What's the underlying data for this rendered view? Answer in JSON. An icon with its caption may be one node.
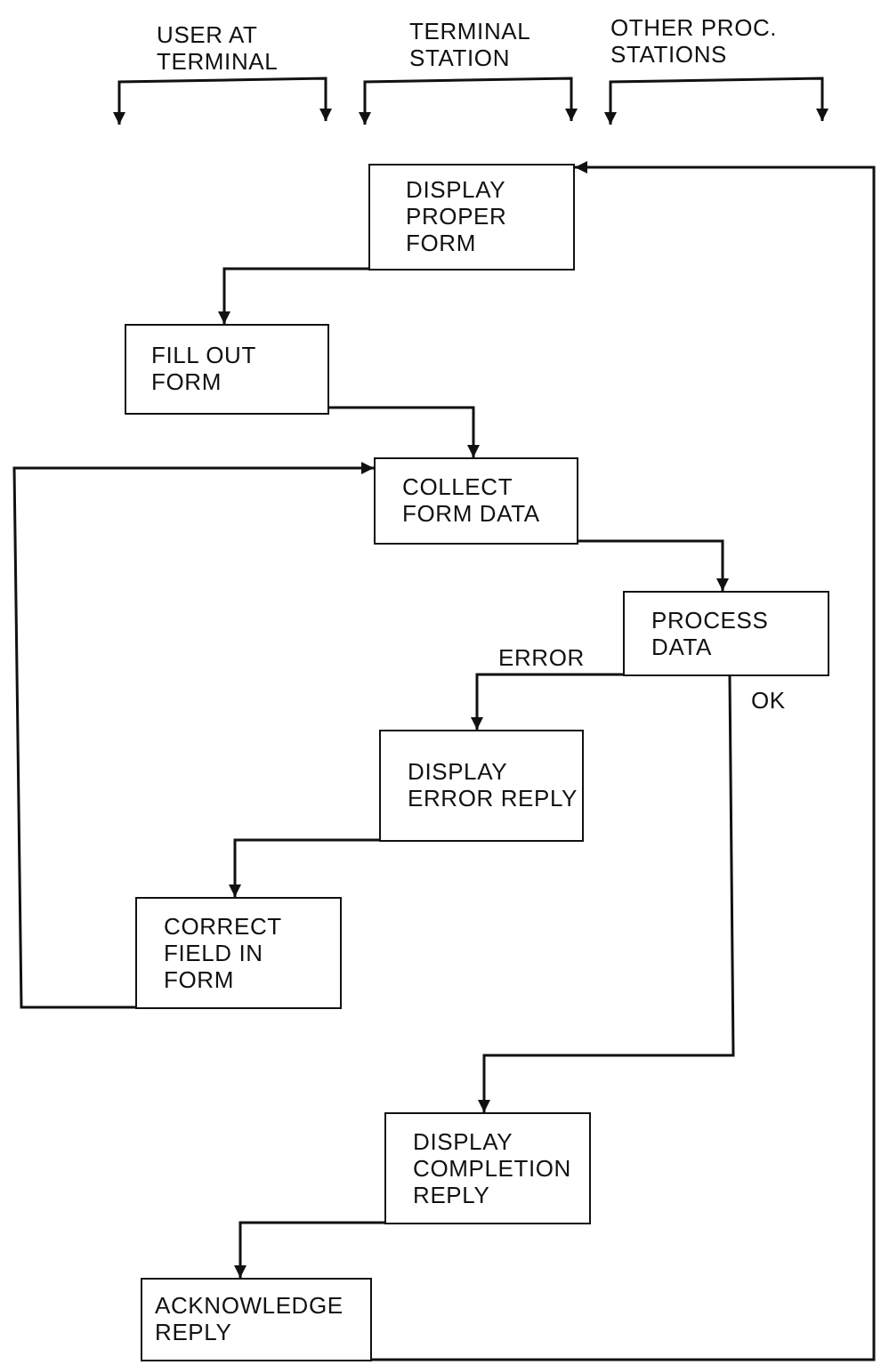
{
  "diagram": {
    "nodes": [
      {
        "text": [
          "DISPLAY PROPER FORM"
        ]
      },
      {
        "text": [
          "FILL OUT FORM"
        ]
      },
      {
        "text": [
          "COLLECT FORM DATA"
        ]
      },
      {
        "text": [
          "PROCESS DATA"
        ]
      },
      {
        "text": [
          "DISPLAY ERROR REPLY"
        ]
      },
      {
        "text": [
          "CORRECT FIELD IN FORM"
        ]
      },
      {
        "text": [
          "DISPLAY COMPLETION REPLY"
        ]
      },
      {
        "text": [
          "ACKNOWLEDGE REPLY"
        ]
      }
    ],
    "edges": [
      {
        "from": 0,
        "to": 1,
        "arrow": "to"
      },
      {
        "from": 1,
        "to": 2,
        "arrow": "to"
      },
      {
        "from": 2,
        "to": 3,
        "arrow": "to"
      },
      {
        "from": 3,
        "to": 4,
        "arrow": "to",
        "label": "ERROR"
      },
      {
        "from": 4,
        "to": 5,
        "arrow": "to"
      },
      {
        "from": 5,
        "to": 2,
        "arrow": "to"
      },
      {
        "from": 3,
        "to": 6,
        "arrow": "to",
        "label": "OK"
      },
      {
        "from": 6,
        "to": 7,
        "arrow": "to"
      },
      {
        "from": 7,
        "to": 0,
        "arrow": "to"
      }
    ],
    "labels": [
      "USER AT TERMINAL",
      "TERMINAL STATION",
      "OTHER PROC. STATIONS"
    ]
  }
}
